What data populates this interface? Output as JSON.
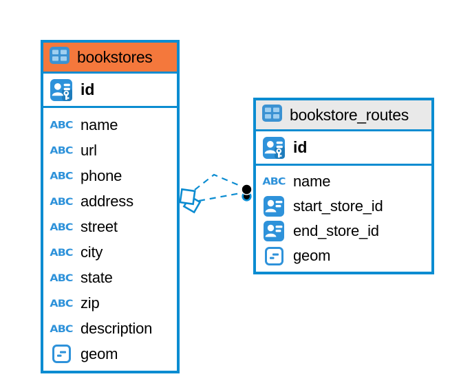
{
  "diagram": {
    "background": "#ffffff",
    "accent_blue": "#0b8cd1",
    "icon_blue": "#2e92da",
    "selected_header_color": "#f4783c",
    "header_color": "#e9e9e9",
    "connector_style": "dashed",
    "marker_dot_color": "#000000"
  },
  "labels": {
    "text_type": "ABC"
  },
  "tables": [
    {
      "name": "bookstores",
      "selected": true,
      "primary_key": "id",
      "columns": [
        {
          "name": "name",
          "type": "text"
        },
        {
          "name": "url",
          "type": "text"
        },
        {
          "name": "phone",
          "type": "text"
        },
        {
          "name": "address",
          "type": "text"
        },
        {
          "name": "street",
          "type": "text"
        },
        {
          "name": "city",
          "type": "text"
        },
        {
          "name": "state",
          "type": "text"
        },
        {
          "name": "zip",
          "type": "text"
        },
        {
          "name": "description",
          "type": "text"
        },
        {
          "name": "geom",
          "type": "geometry"
        }
      ]
    },
    {
      "name": "bookstore_routes",
      "selected": false,
      "primary_key": "id",
      "columns": [
        {
          "name": "name",
          "type": "text"
        },
        {
          "name": "start_store_id",
          "type": "reference"
        },
        {
          "name": "end_store_id",
          "type": "reference"
        },
        {
          "name": "geom",
          "type": "geometry"
        }
      ]
    }
  ],
  "relationships": [
    {
      "from": "bookstores",
      "to": "bookstore_routes",
      "via": "start_store_id"
    },
    {
      "from": "bookstores",
      "to": "bookstore_routes",
      "via": "end_store_id"
    }
  ]
}
